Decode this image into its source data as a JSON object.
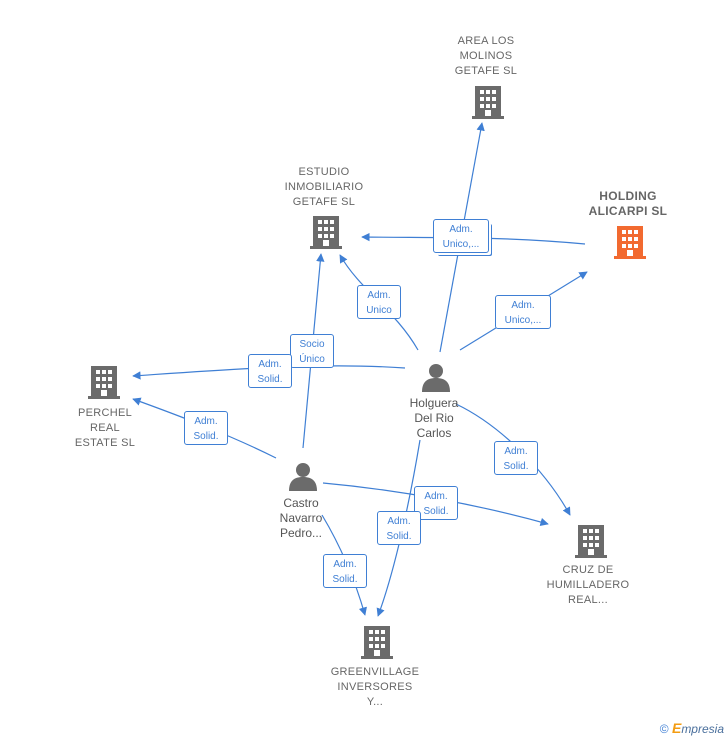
{
  "nodes": {
    "area_los_molinos": {
      "label": "AREA LOS\nMOLINOS\nGETAFE  SL"
    },
    "estudio_inmobiliario": {
      "label": "ESTUDIO\nINMOBILIARIO\nGETAFE SL"
    },
    "holding_alicarpi": {
      "label": "HOLDING\nALICARPI  SL"
    },
    "perchel_real_estate": {
      "label": "PERCHEL\nREAL\nESTATE  SL"
    },
    "cruz_de_humilladero": {
      "label": "CRUZ DE\nHUMILLADERO\nREAL..."
    },
    "greenvillage": {
      "label": "GREENVILLAGE\nINVERSORES\nY..."
    }
  },
  "persons": {
    "holguera": {
      "label": "Holguera\nDel Rio\nCarlos"
    },
    "castro": {
      "label": "Castro\nNavarro\nPedro..."
    }
  },
  "edge_labels": {
    "adm_unico_top": "Adm.\nUnico,...",
    "adm_unico_estudio": "Adm.\nUnico",
    "adm_unico_holding": "Adm.\nUnico,...",
    "socio_unico": "Socio\nÚnico",
    "adm_solid_perchel_1": "Adm.\nSolid.",
    "adm_solid_perchel_2": "Adm.\nSolid.",
    "adm_solid_cruz_1": "Adm.\nSolid.",
    "adm_solid_cruz_2": "Adm.\nSolid.",
    "adm_solid_green_1": "Adm.\nSolid.",
    "adm_solid_green_2": "Adm.\nSolid."
  },
  "footer": {
    "copyright": "©",
    "brand_e": "E",
    "brand_rest": "mpresia"
  },
  "colors": {
    "edge": "#3f7fd4",
    "building": "#6b6b6b",
    "main_building": "#f26a30",
    "person": "#6b6b6b"
  },
  "icons": {
    "company": "building-icon",
    "person": "person-icon"
  }
}
